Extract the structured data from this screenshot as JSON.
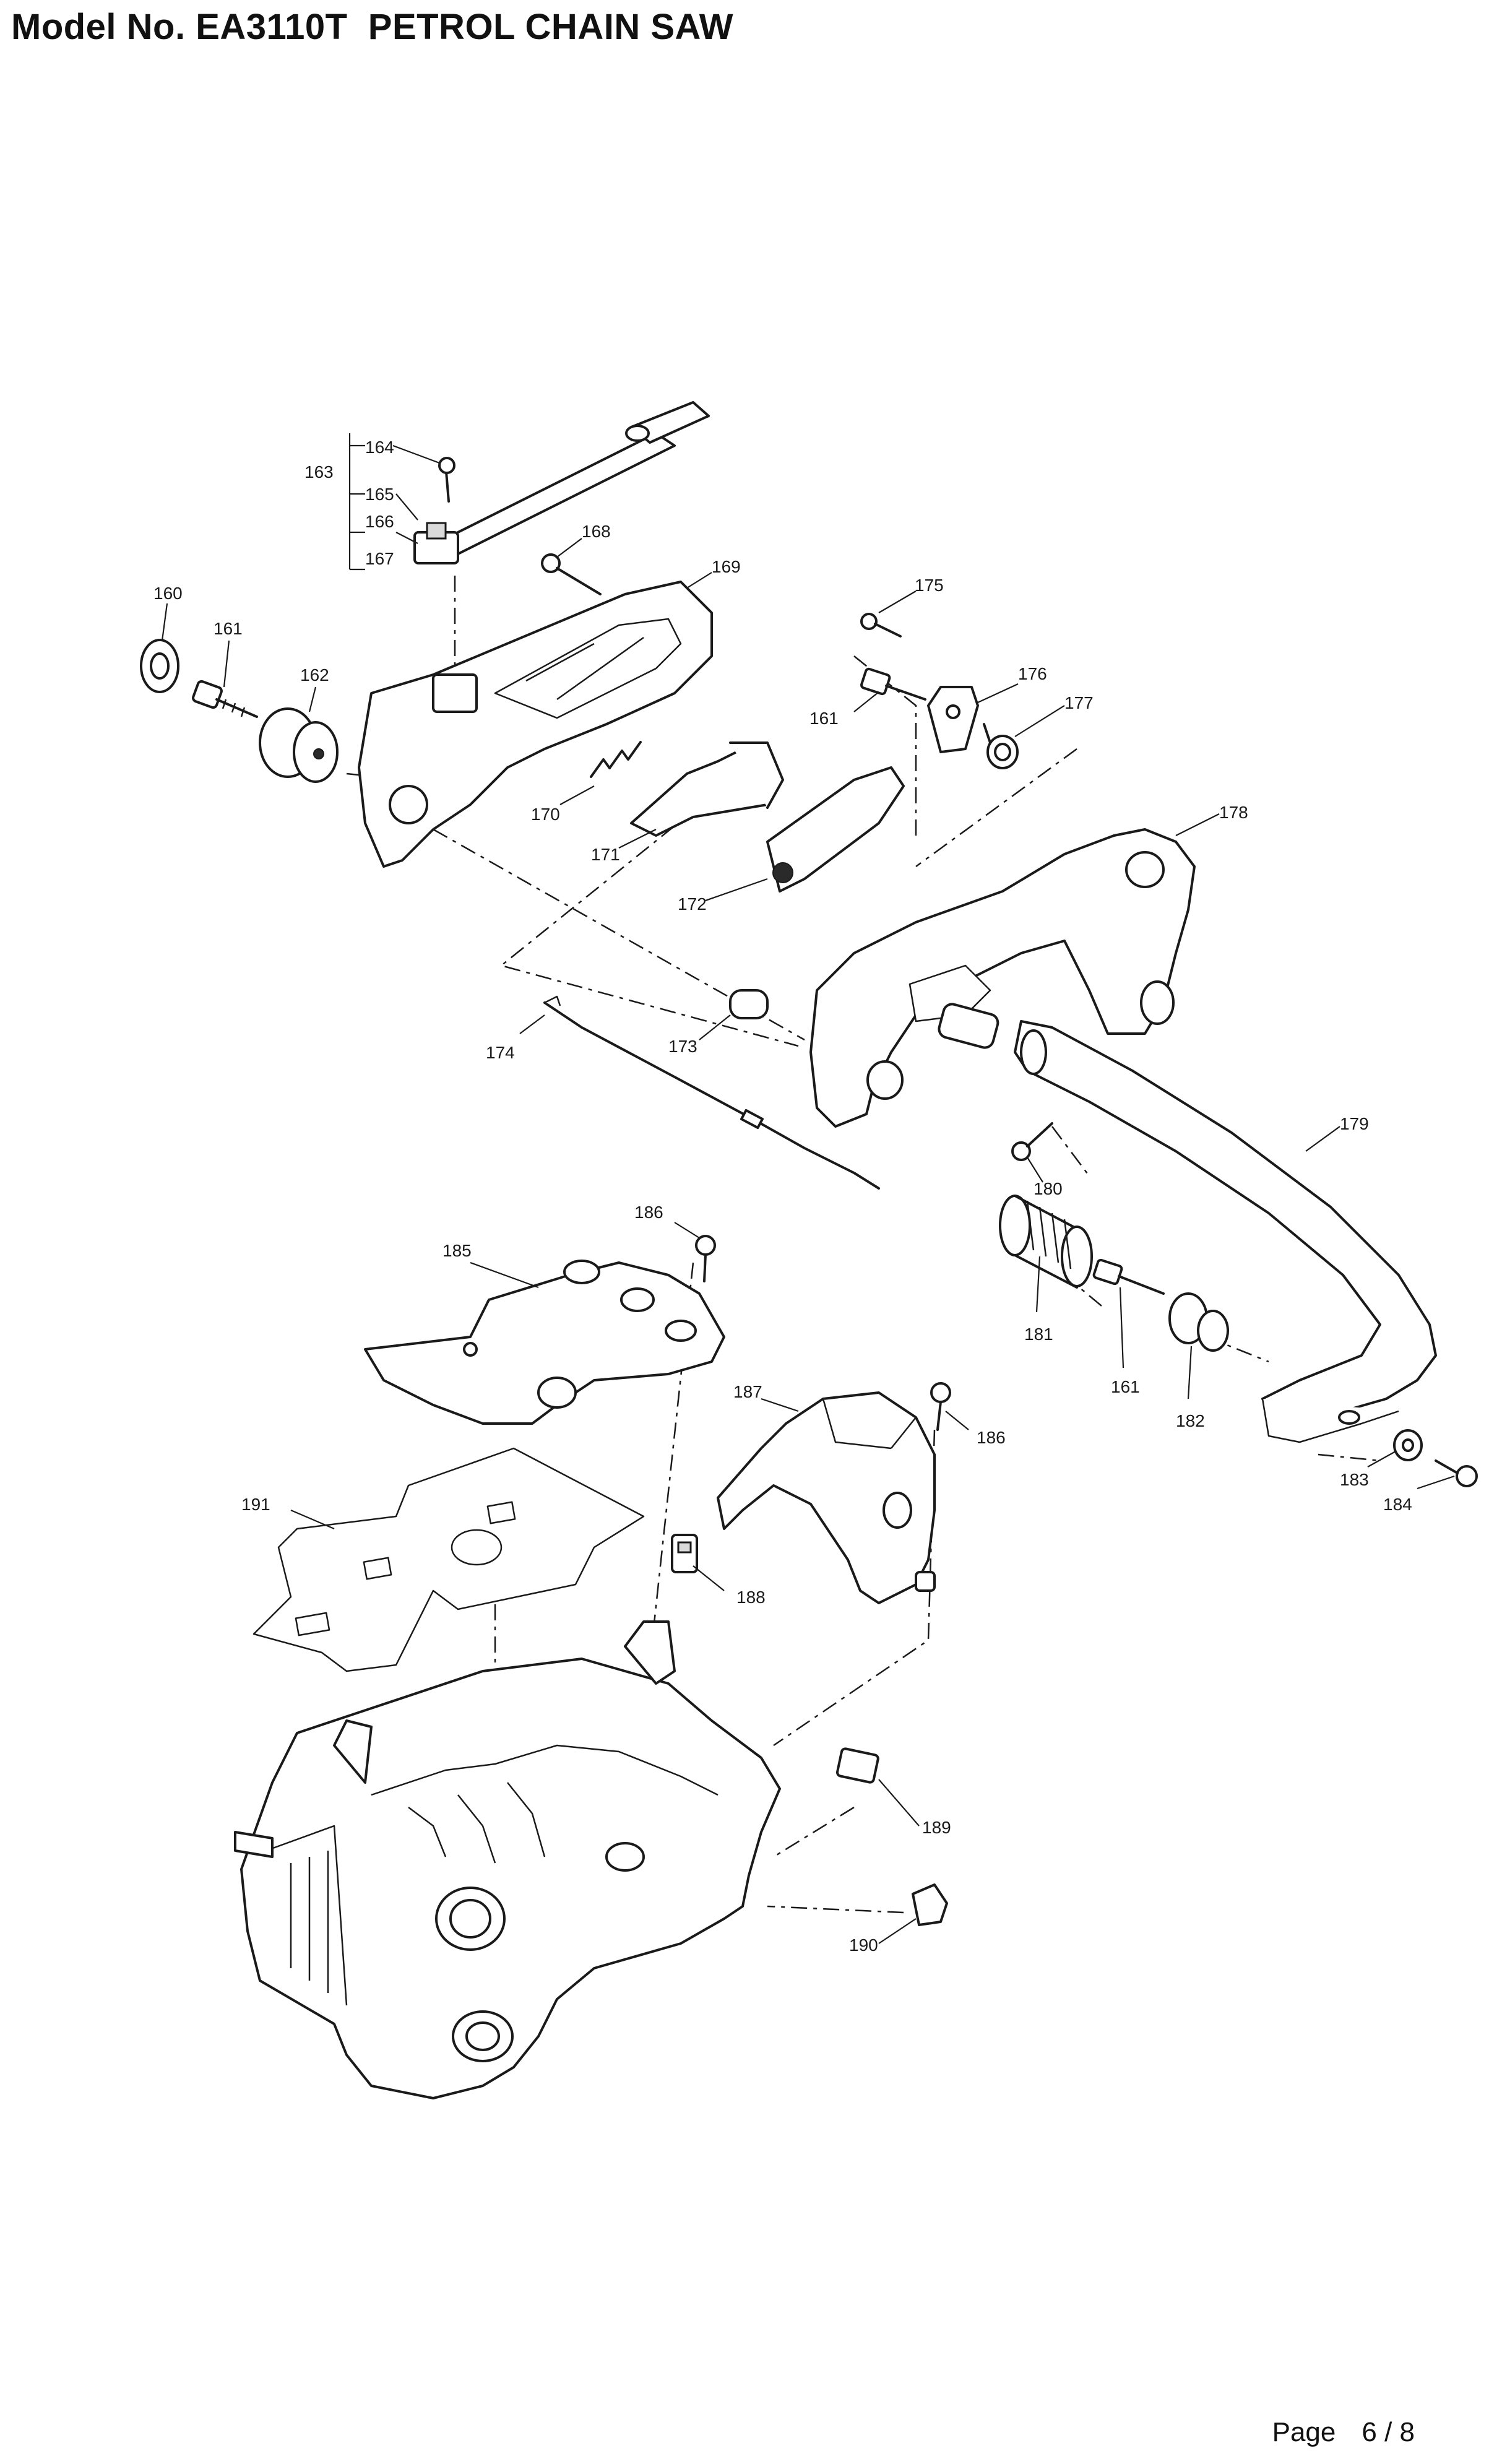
{
  "header": {
    "title": "Model No. EA3110T  PETROL CHAIN SAW"
  },
  "footer": {
    "page_word": "Page",
    "page_number": "6 / 8"
  },
  "callouts": {
    "p160": "160",
    "p161a": "161",
    "p161b": "161",
    "p161c": "161",
    "p162": "162",
    "p163": "163",
    "p164": "164",
    "p165": "165",
    "p166": "166",
    "p167": "167",
    "p168": "168",
    "p169": "169",
    "p170": "170",
    "p171": "171",
    "p172": "172",
    "p173": "173",
    "p174": "174",
    "p175": "175",
    "p176": "176",
    "p177": "177",
    "p178": "178",
    "p179": "179",
    "p180": "180",
    "p181": "181",
    "p182": "182",
    "p183": "183",
    "p184": "184",
    "p185": "185",
    "p186a": "186",
    "p186b": "186",
    "p187": "187",
    "p188": "188",
    "p189": "189",
    "p190": "190",
    "p191": "191"
  }
}
